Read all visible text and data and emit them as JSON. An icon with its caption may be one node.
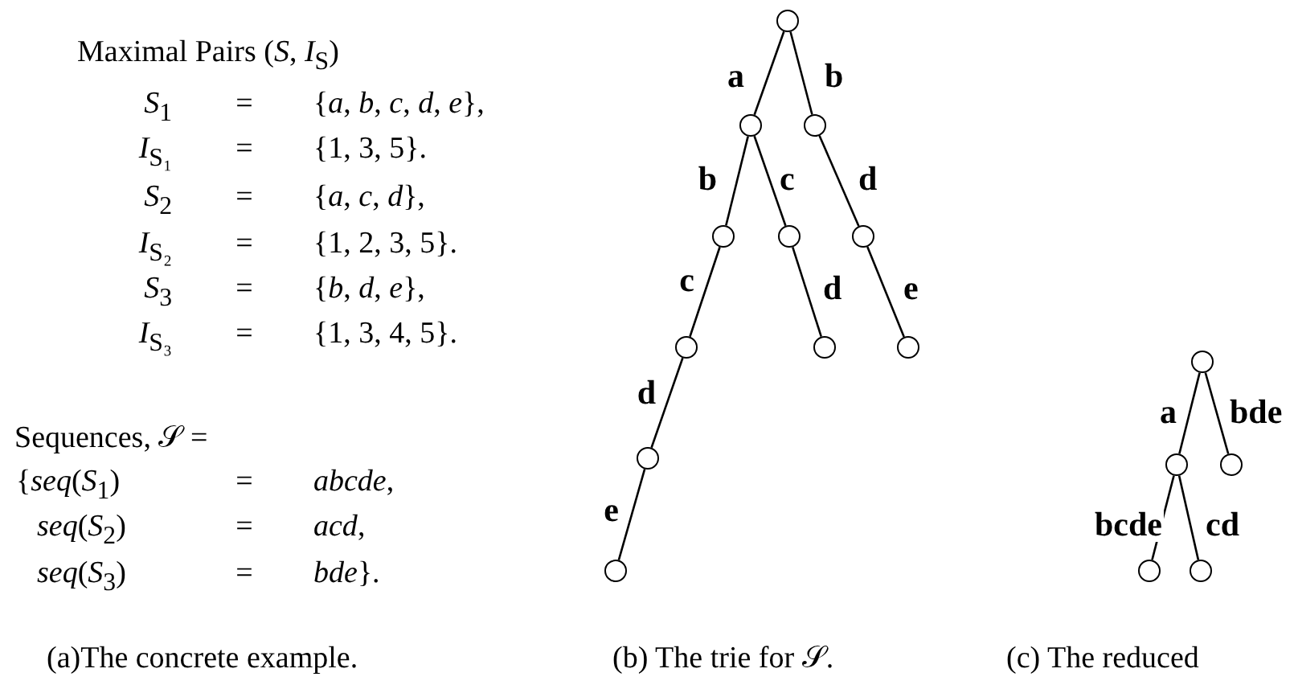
{
  "diagram": {
    "nodes": [
      {
        "text": [],
        "shape": "circle"
      },
      {
        "text": [],
        "shape": "circle"
      },
      {
        "text": [],
        "shape": "circle"
      },
      {
        "text": [],
        "shape": "circle"
      },
      {
        "text": [],
        "shape": "circle"
      },
      {
        "text": [],
        "shape": "circle"
      },
      {
        "text": [],
        "shape": "circle"
      },
      {
        "text": [],
        "shape": "circle"
      },
      {
        "text": [],
        "shape": "circle"
      },
      {
        "text": [],
        "shape": "circle"
      },
      {
        "text": [],
        "shape": "circle"
      },
      {
        "text": [],
        "shape": "circle"
      },
      {
        "text": [],
        "shape": "circle"
      },
      {
        "text": [],
        "shape": "circle"
      },
      {
        "text": [],
        "shape": "circle"
      },
      {
        "text": [],
        "shape": "circle"
      }
    ],
    "edges": [
      {
        "from": 0,
        "to": 1,
        "arrow": "none",
        "label": "a"
      },
      {
        "from": 0,
        "to": 2,
        "arrow": "none",
        "label": "b"
      },
      {
        "from": 1,
        "to": 3,
        "arrow": "none",
        "label": "b"
      },
      {
        "from": 1,
        "to": 4,
        "arrow": "none",
        "label": "c"
      },
      {
        "from": 2,
        "to": 5,
        "arrow": "none",
        "label": "d"
      },
      {
        "from": 3,
        "to": 6,
        "arrow": "none",
        "label": "c"
      },
      {
        "from": 4,
        "to": 7,
        "arrow": "none",
        "label": "d"
      },
      {
        "from": 5,
        "to": 8,
        "arrow": "none",
        "label": "e"
      },
      {
        "from": 6,
        "to": 9,
        "arrow": "none",
        "label": "d"
      },
      {
        "from": 9,
        "to": 10,
        "arrow": "none",
        "label": "e"
      },
      {
        "from": 11,
        "to": 12,
        "arrow": "none",
        "label": "a"
      },
      {
        "from": 11,
        "to": 13,
        "arrow": "none",
        "label": "bde"
      },
      {
        "from": 12,
        "to": 14,
        "arrow": "none",
        "label": "bcde"
      },
      {
        "from": 12,
        "to": 15,
        "arrow": "none",
        "label": "cd"
      }
    ],
    "labels": [
      "Maximal Pairs (*S*, *I*$_{S}$)",
      "*S*$_{1}$",
      "=",
      "{*a*, *b*, *c*, *d*, *e*},",
      "*I*$_{S₁}$",
      "=",
      "{1, 3, 5}.",
      "*S*$_{2}$",
      "=",
      "{*a*, *c*, *d*},",
      "*I*$_{S₂}$",
      "=",
      "{1, 2, 3, 5}.",
      "*S*$_{3}$",
      "=",
      "{*b*, *d*, *e*},",
      "*I*$_{S₃}$",
      "=",
      "{1, 3, 4, 5}.",
      "Sequences, 𝒮 =",
      "{*seq*(*S*$_{1}$)",
      "=",
      "*abcde*,",
      "*seq*(*S*$_{2}$)",
      "=",
      "*acd*,",
      "*seq*(*S*$_{3}$)",
      "=",
      "*bde*}.",
      "(a)The concrete example.",
      "(b) The trie for 𝒮.",
      "(c) The reduced"
    ]
  }
}
